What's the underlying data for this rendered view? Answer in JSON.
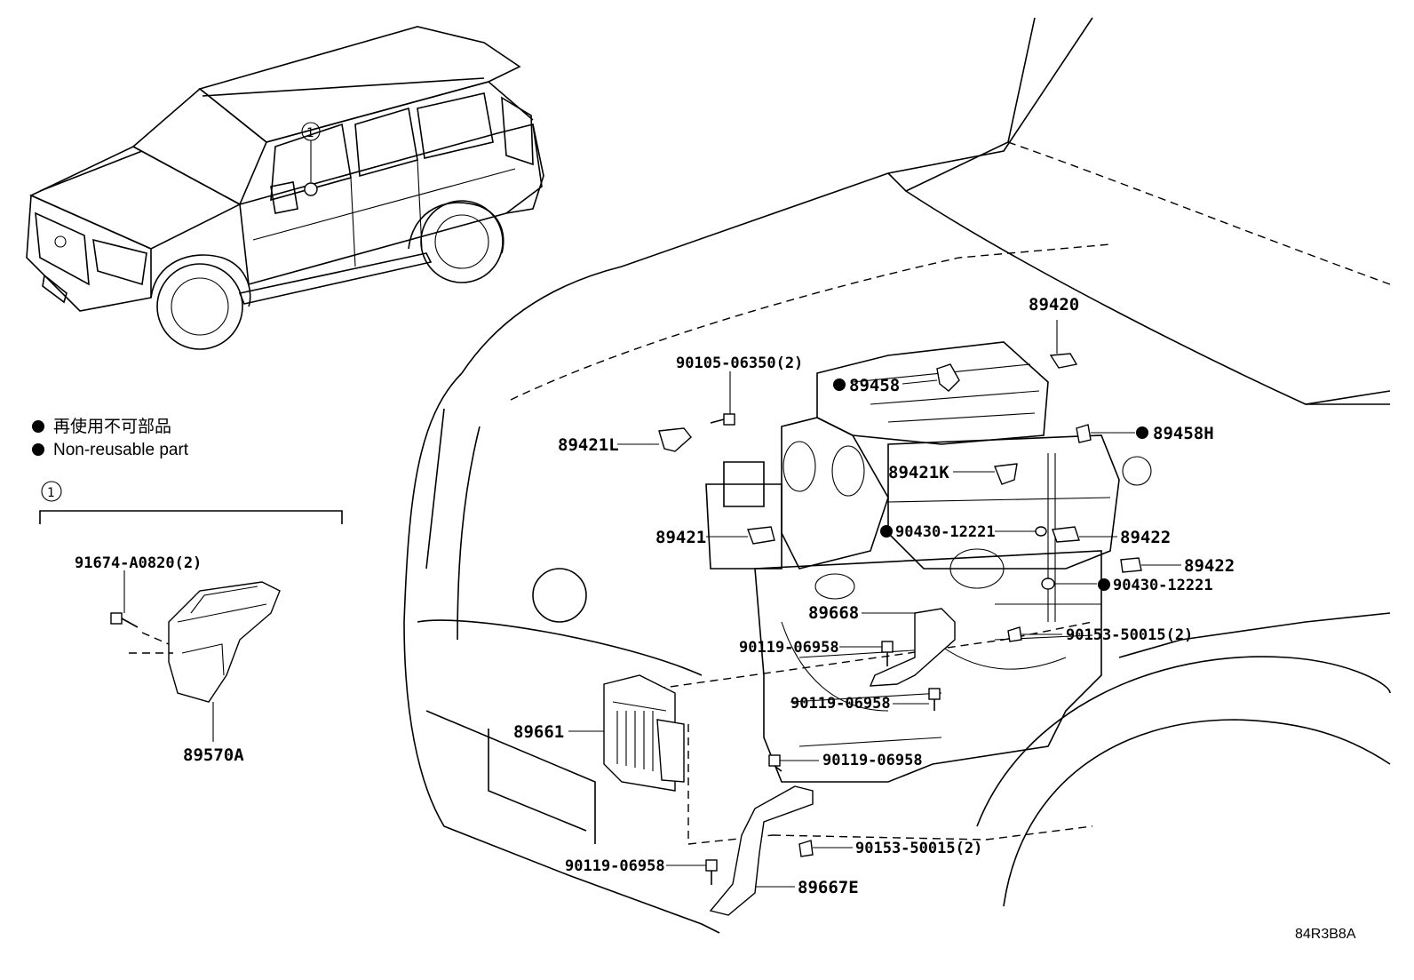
{
  "legend": {
    "line_jp": "再使用不可部品",
    "line_en": "Non-reusable part"
  },
  "callout": {
    "number": "1",
    "box_number": "1"
  },
  "parts": {
    "p89420": "89420",
    "p90105": "90105-06350(2)",
    "p89458": "89458",
    "p89458H": "89458H",
    "p89421L": "89421L",
    "p89421K": "89421K",
    "p89421": "89421",
    "p90430a": "90430-12221",
    "p89422a": "89422",
    "p89422b": "89422",
    "p90430b": "90430-12221",
    "p89668": "89668",
    "p90153a": "90153-50015(2)",
    "p90119a": "90119-06958",
    "p90119b": "90119-06958",
    "p90119c": "90119-06958",
    "p89661": "89661",
    "p90153b": "90153-50015(2)",
    "p90119d": "90119-06958",
    "p89667E": "89667E",
    "p91674": "91674-A0820(2)",
    "p89570A": "89570A"
  },
  "diagram_code": "84R3B8A"
}
